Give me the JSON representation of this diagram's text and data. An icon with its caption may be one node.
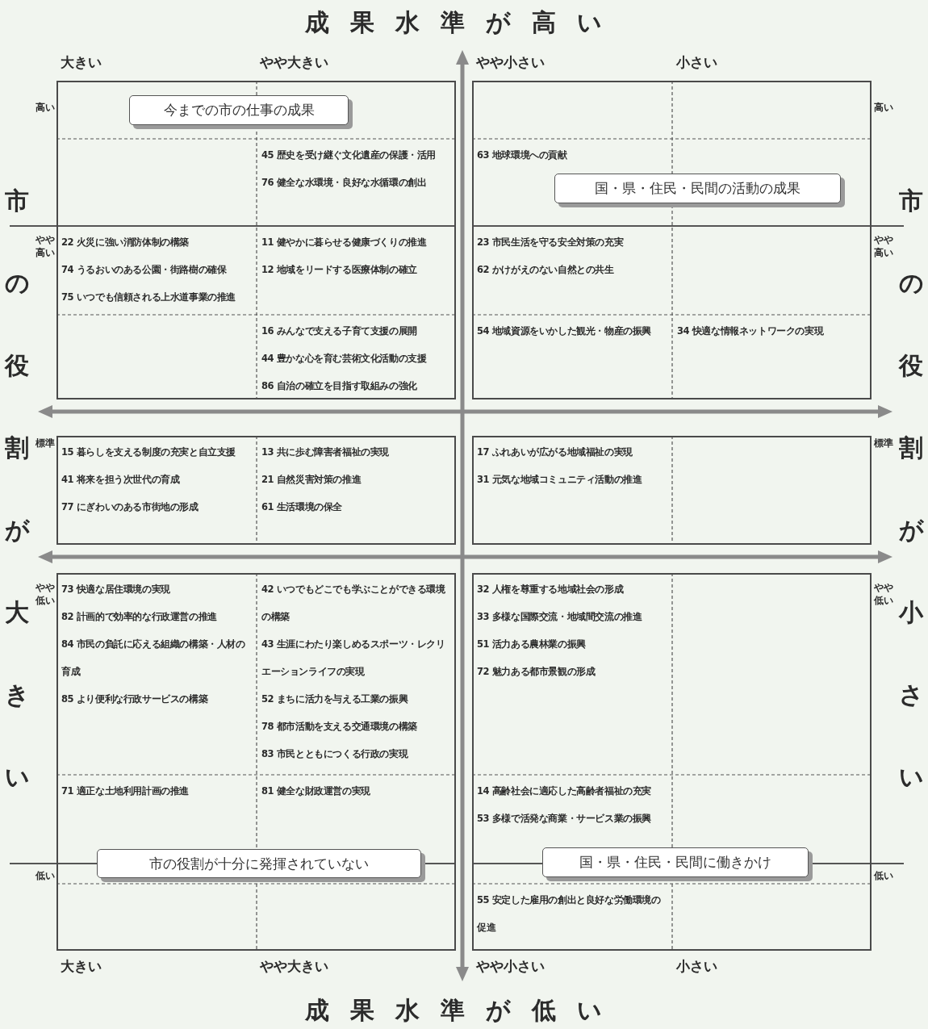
{
  "diagram": {
    "title": "成果水準が高い",
    "nodes": [
      {
        "text": [
          "45 歴史を受け継ぐ文化遺産の保護・活用",
          "76 健全な水環境・良好な水循環の創出",
          "22 火災に強い消防体制の構築",
          "74 うるおいのある公園・街路樹の確保",
          "75 いつでも信頼される上水道事業の推進",
          "11 健やかに暮らせる健康づくりの推進",
          "12 地域をリードする医療体制の確立",
          "16 みんなで支える子育て支援の展開",
          "44 豊かな心を育む芸術文化活動の支援",
          "86 自治の確立を目指す取組みの強化"
        ]
      },
      {
        "text": [
          "今までの市の仕事の成果"
        ],
        "in": 0
      },
      {
        "text": [
          "63 地球環境への貢献",
          "23 市民生活を守る安全対策の充実",
          "62 かけがえのない自然との共生",
          "54 地域資源をいかした観光・物産の振興",
          "34 快適な情報ネットワークの実現"
        ]
      },
      {
        "text": [
          "国・県・住民・民間の活動の成果"
        ],
        "in": 2
      },
      {
        "text": [
          "15 暮らしを支える制度の充実と自立支援",
          "41 将来を担う次世代の育成",
          "77 にぎわいのある市街地の形成",
          "13 共に歩む障害者福祉の実現",
          "21 自然災害対策の推進",
          "61 生活環境の保全"
        ]
      },
      {
        "text": [
          "17 ふれあいが広がる地域福祉の実現",
          "31 元気な地域コミュニティ活動の推進"
        ]
      },
      {
        "text": [
          "73 快適な居住環境の実現",
          "82 計画的で効率的な行政運営の推進",
          "84 市民の負託に応える組織の構築・人材の育成",
          "85 より便利な行政サービスの構築",
          "42 いつでもどこでも学ぶことができる環境の構築",
          "43 生涯にわたり楽しめるスポーツ・レクリエーションライフの実現",
          "52 まちに活力を与える工業の振興",
          "78 都市活動を支える交通環境の構築",
          "83 市民とともにつくる行政の実現",
          "71 適正な土地利用計画の推進",
          "81 健全な財政運営の実現"
        ]
      },
      {
        "text": [
          "市の役割が十分に発揮されていない"
        ],
        "in": 6
      },
      {
        "text": [
          "32 人権を尊重する地域社会の形成",
          "33 多様な国際交流・地域間交流の推進",
          "51 活力ある農林業の振興",
          "72 魅力ある都市景観の形成",
          "14 高齢社会に適応した高齢者福祉の充実",
          "53 多様で活発な商業・サービス業の振興",
          "55 安定した雇用の創出と良好な労働環境の促進"
        ]
      },
      {
        "text": [
          "国・県・住民・民間に働きかけ"
        ],
        "in": 8
      }
    ],
    "labels": [
      "大きい",
      "やや大きい",
      "やや小さい",
      "小さい",
      "高い",
      "高い",
      "やや高い",
      "やや高い",
      "標準",
      "標準",
      "やや低い",
      "やや低い",
      "低い",
      "低い",
      "大きい",
      "やや大きい",
      "やや小さい",
      "小さい",
      "成果水準が低い",
      "市の役割が大きい",
      "市の役割が小さい"
    ]
  }
}
